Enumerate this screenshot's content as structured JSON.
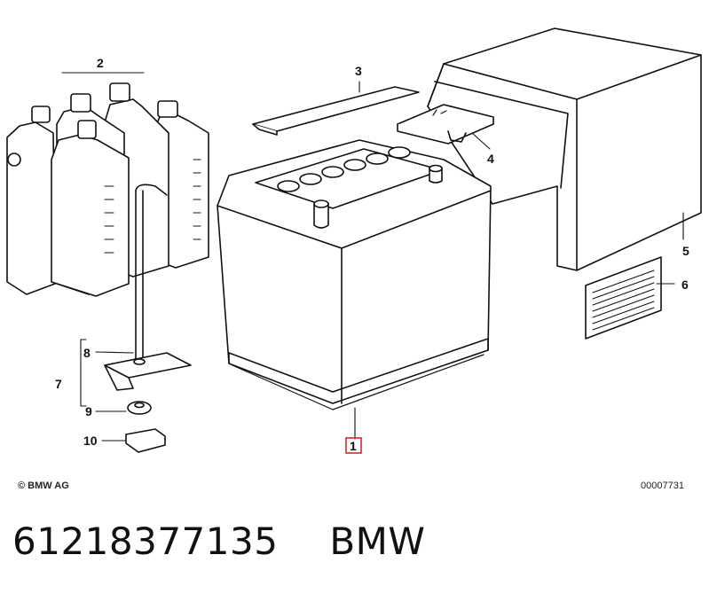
{
  "diagram": {
    "callouts": [
      "1",
      "2",
      "3",
      "4",
      "5",
      "6",
      "7",
      "8",
      "9",
      "10"
    ],
    "highlighted_callout": "1",
    "highlight_color": "#d62b2b",
    "copyright": "© BMW AG",
    "drawing_number": "00007731"
  },
  "caption": {
    "part_number": "61218377135",
    "brand": "BMW"
  }
}
